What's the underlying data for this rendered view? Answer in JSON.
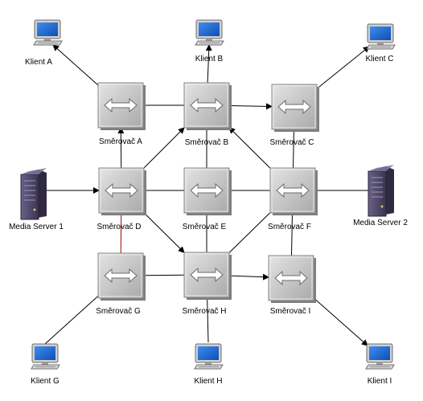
{
  "routers": {
    "A": {
      "label": "Směrovač A",
      "icon": "router-icon"
    },
    "B": {
      "label": "Směrovač B",
      "icon": "router-icon"
    },
    "C": {
      "label": "Směrovač C",
      "icon": "router-icon"
    },
    "D": {
      "label": "Směrovač D",
      "icon": "router-icon"
    },
    "E": {
      "label": "Směrovač E",
      "icon": "router-icon"
    },
    "F": {
      "label": "Směrovač F",
      "icon": "router-icon"
    },
    "G": {
      "label": "Směrovač G",
      "icon": "router-icon"
    },
    "H": {
      "label": "Směrovač H",
      "icon": "router-icon"
    },
    "I": {
      "label": "Směrovač I",
      "icon": "router-icon"
    }
  },
  "clients": {
    "A": {
      "label": "Klient A",
      "icon": "computer-icon"
    },
    "B": {
      "label": "Klient B",
      "icon": "computer-icon"
    },
    "C": {
      "label": "Klient C",
      "icon": "computer-icon"
    },
    "G": {
      "label": "Klient G",
      "icon": "computer-icon"
    },
    "H": {
      "label": "Klient H",
      "icon": "computer-icon"
    },
    "I": {
      "label": "Klient I",
      "icon": "computer-icon"
    }
  },
  "servers": {
    "S1": {
      "label": "Media Server 1",
      "icon": "server-icon"
    },
    "S2": {
      "label": "Media Server 2",
      "icon": "server-icon"
    }
  },
  "colors": {
    "router_face": "#c8c8c8",
    "router_shadow": "#8c8c8c",
    "screen": "#1e6ad8",
    "server": "#4b4466",
    "line": "#000000",
    "red_link": "#a00000"
  },
  "connections": [
    {
      "from": "router-A",
      "to": "client-A",
      "arrow": true
    },
    {
      "from": "router-A",
      "to": "router-B",
      "arrow": false
    },
    {
      "from": "router-B",
      "to": "client-B",
      "arrow": true
    },
    {
      "from": "router-B",
      "to": "router-C",
      "arrow": true
    },
    {
      "from": "router-C",
      "to": "client-C",
      "arrow": true
    },
    {
      "from": "router-D",
      "to": "router-A",
      "arrow": true
    },
    {
      "from": "router-D",
      "to": "router-B",
      "arrow": true
    },
    {
      "from": "router-E",
      "to": "router-B",
      "arrow": false
    },
    {
      "from": "router-F",
      "to": "router-B",
      "arrow": true
    },
    {
      "from": "router-F",
      "to": "router-C",
      "arrow": false
    },
    {
      "from": "server-S1",
      "to": "router-D",
      "arrow": true
    },
    {
      "from": "router-D",
      "to": "router-E",
      "arrow": false
    },
    {
      "from": "router-E",
      "to": "router-F",
      "arrow": false
    },
    {
      "from": "router-F",
      "to": "server-S2",
      "arrow": false
    },
    {
      "from": "router-D",
      "to": "router-G",
      "arrow": false,
      "color": "red"
    },
    {
      "from": "router-D",
      "to": "router-H",
      "arrow": true
    },
    {
      "from": "router-E",
      "to": "router-H",
      "arrow": false
    },
    {
      "from": "router-F",
      "to": "router-H",
      "arrow": false
    },
    {
      "from": "router-F",
      "to": "router-I",
      "arrow": false
    },
    {
      "from": "router-G",
      "to": "router-H",
      "arrow": false
    },
    {
      "from": "router-H",
      "to": "router-I",
      "arrow": true
    },
    {
      "from": "router-G",
      "to": "client-G",
      "arrow": false
    },
    {
      "from": "router-H",
      "to": "client-H",
      "arrow": false
    },
    {
      "from": "router-I",
      "to": "client-I",
      "arrow": true
    }
  ]
}
